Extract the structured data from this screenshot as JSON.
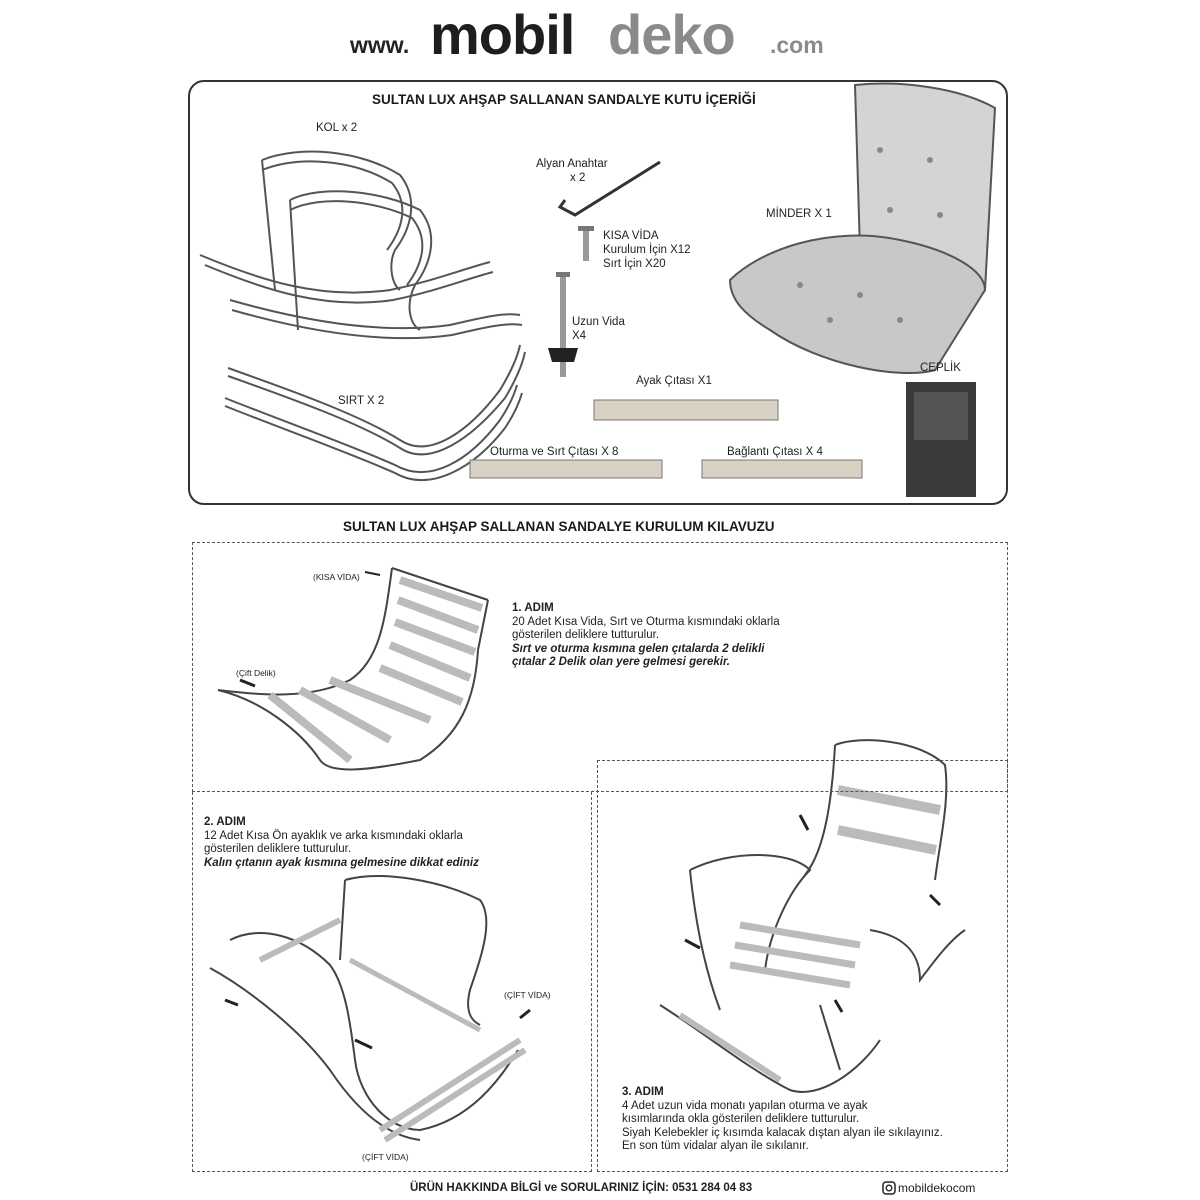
{
  "header": {
    "www": "www.",
    "brand_dark": "mobil",
    "brand_light": "deko",
    "domain": ".com"
  },
  "contents": {
    "title": "SULTAN LUX AHŞAP SALLANAN SANDALYE KUTU İÇERİĞİ",
    "kol": "KOL x 2",
    "alyan_line1": "Alyan Anahtar",
    "alyan_line2": "x 2",
    "kisa_vida_line1": "KISA VİDA",
    "kisa_vida_line2": "Kurulum İçin X12",
    "kisa_vida_line3": "Sırt İçin X20",
    "minder": "MİNDER X 1",
    "uzun_vida_line1": "Uzun Vida",
    "uzun_vida_line2": "X4",
    "ayak": "Ayak Çıtası X1",
    "ceplik": "CEPLİK",
    "sirt": "SIRT X 2",
    "oturma": "Oturma ve Sırt Çıtası X 8",
    "baglanti": "Bağlantı Çıtası X 4"
  },
  "guide": {
    "title": "SULTAN LUX AHŞAP SALLANAN SANDALYE KURULUM KILAVUZU",
    "step1": {
      "tag_kisa": "(KISA VİDA)",
      "tag_cift": "(Çift Delik)",
      "heading": "1. ADIM",
      "line1": "20 Adet Kısa Vida, Sırt ve Oturma kısmındaki oklarla",
      "line2": "gösterilen deliklere tutturulur.",
      "em1": "Sırt ve oturma kısmına gelen çıtalarda 2 delikli",
      "em2": "çıtalar 2 Delik olan yere gelmesi gerekir."
    },
    "step2": {
      "heading": "2. ADIM",
      "line1": "12 Adet Kısa Ön ayaklık ve arka kısmındaki oklarla",
      "line2": "gösterilen deliklere tutturulur.",
      "em1": "Kalın çıtanın ayak kısmına gelmesine dikkat ediniz",
      "tag_cift_top": "(ÇİFT VİDA)",
      "tag_cift_bottom": "(ÇİFT VİDA)"
    },
    "step3": {
      "heading": "3. ADIM",
      "line1": "4 Adet uzun vida monatı yapılan oturma ve ayak",
      "line2": "kısımlarında okla gösterilen deliklere tutturulur.",
      "line3": "Siyah Kelebekler iç kısımda kalacak dıştan alyan ile sıkılayınız.",
      "line4": "En son tüm vidalar alyan ile sıkılanır."
    }
  },
  "footer": {
    "info": "ÜRÜN HAKKINDA BİLGİ ve SORULARINIZ İÇİN: 0531 284 04 83",
    "instagram": "mobildekocom"
  }
}
